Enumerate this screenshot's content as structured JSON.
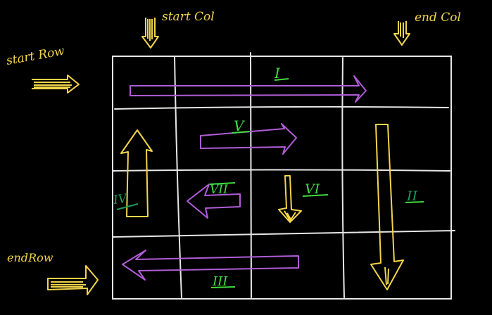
{
  "labels": {
    "start_col": "start Col",
    "end_col": "end Col",
    "start_row": "start Row",
    "end_row": "endRow"
  },
  "numerals": {
    "i": "I",
    "ii": "II",
    "iii": "III",
    "iv": "IV",
    "v": "V",
    "vi": "VI",
    "vii": "VII"
  },
  "colors": {
    "background": "#000000",
    "grid": "#e6e6e6",
    "yellow_arrow": "#f2d54a",
    "purple_arrow": "#b05cd6",
    "numeral_green": "#3fdc3f",
    "numeral_dark_green": "#1e9a5c"
  }
}
